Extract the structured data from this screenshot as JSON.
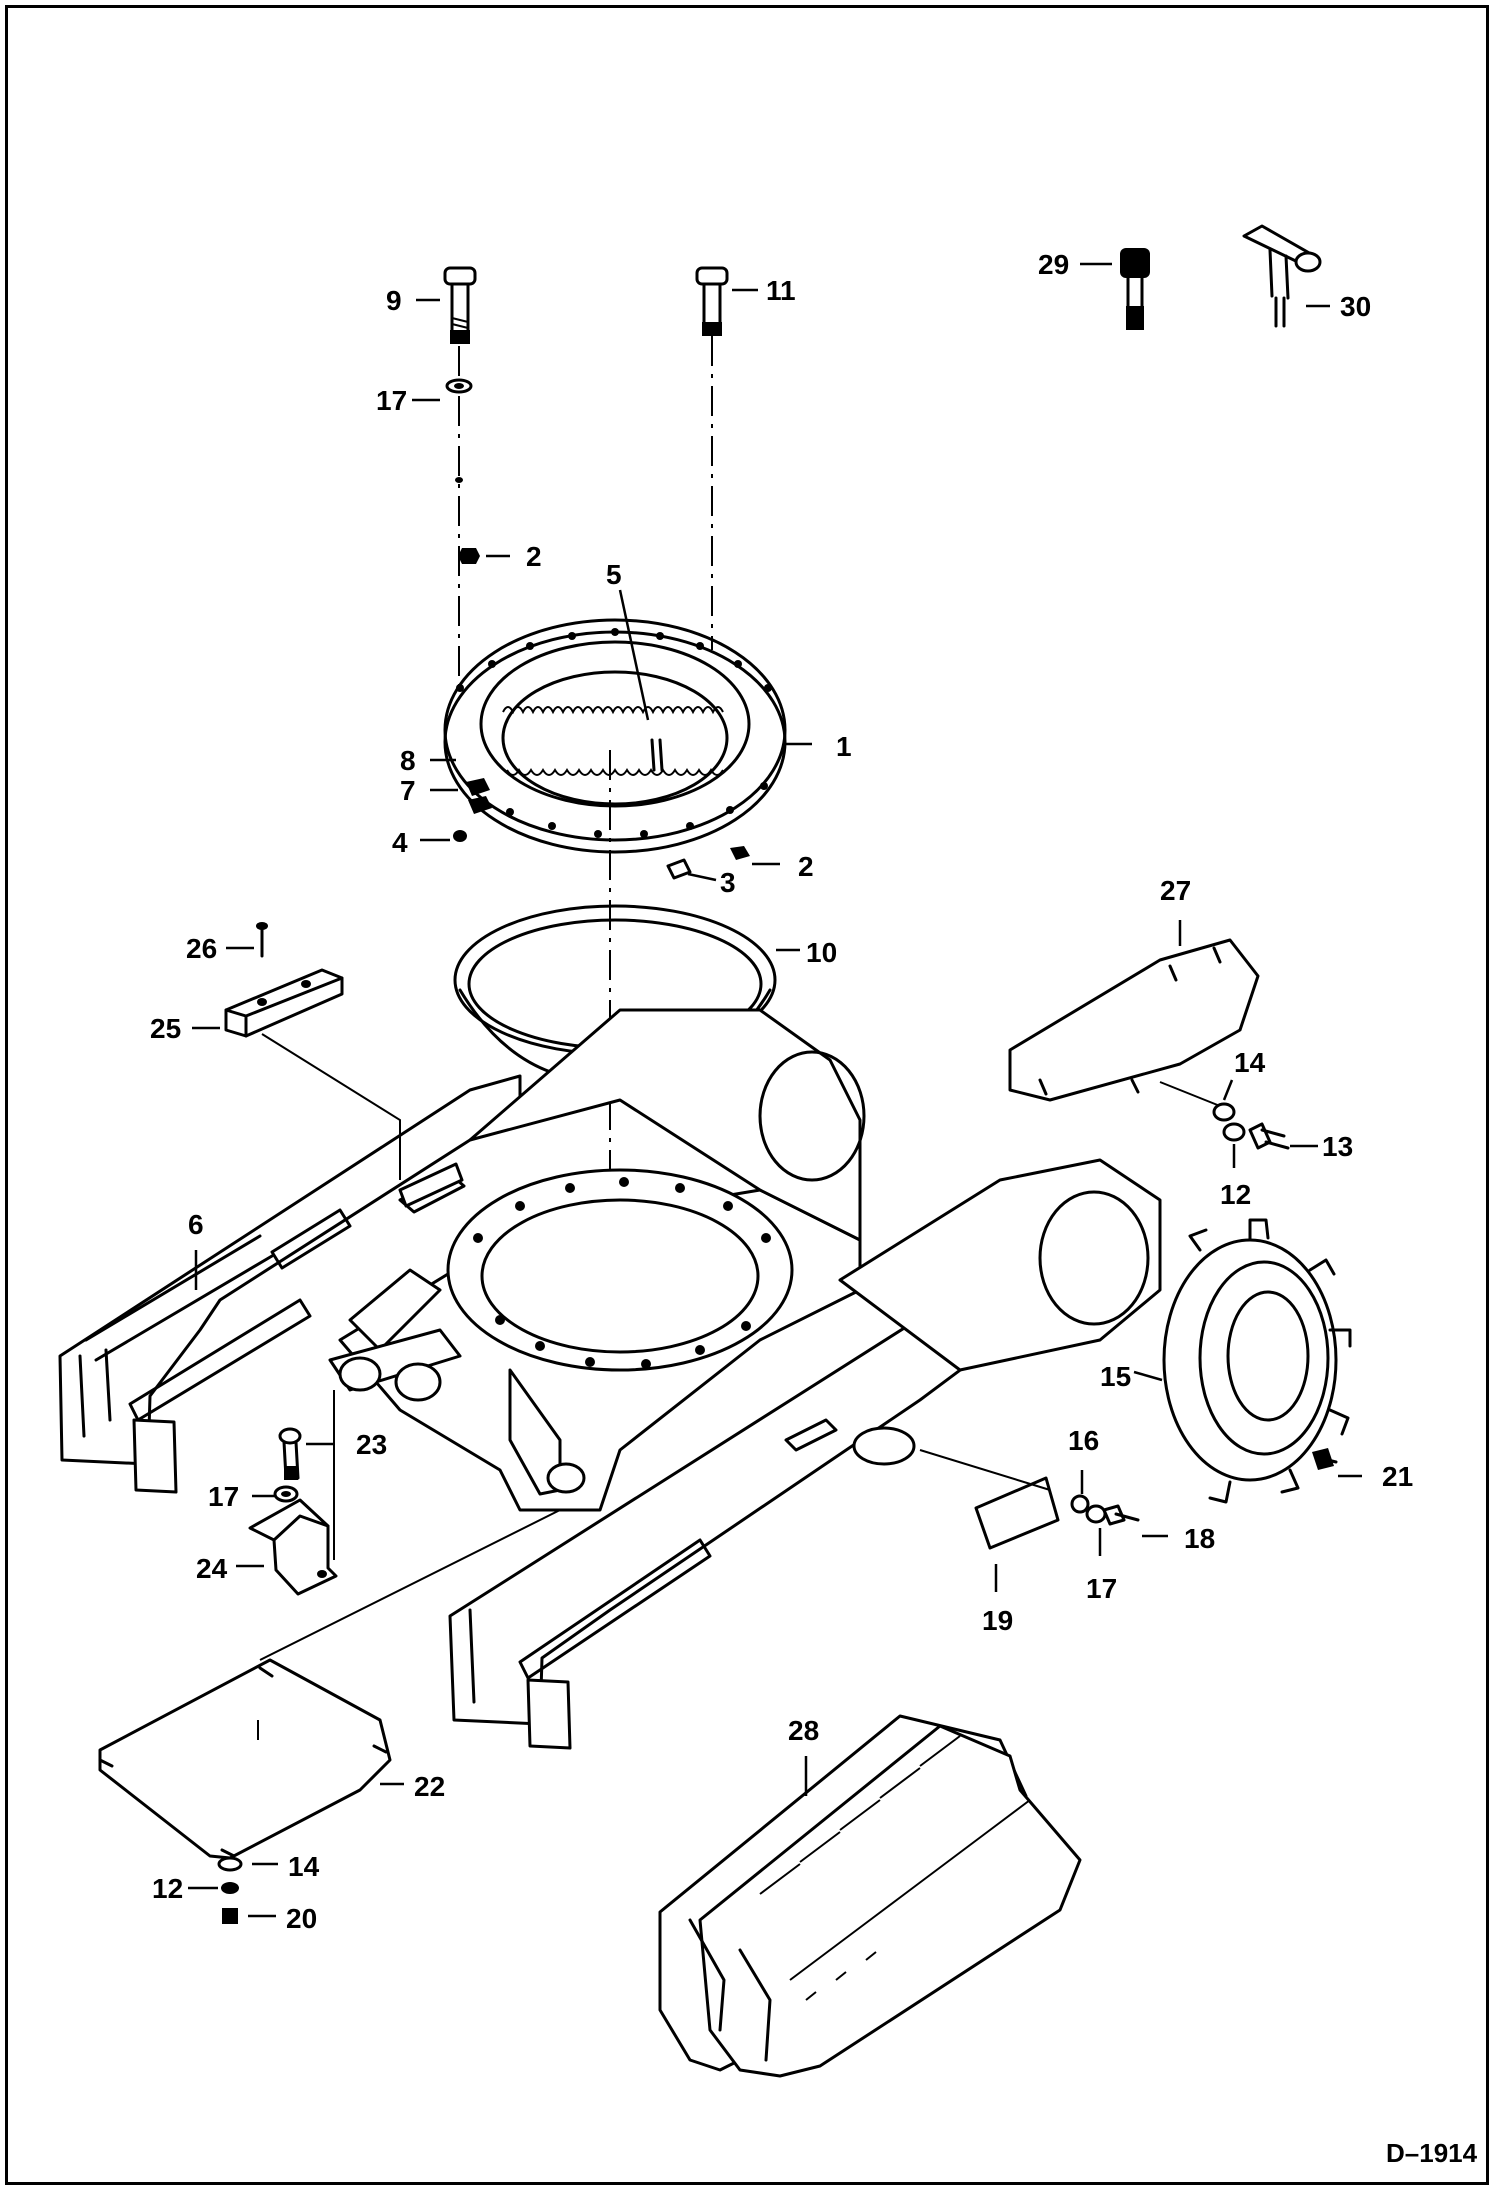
{
  "figure_ref": "D–1914",
  "callouts": [
    {
      "id": "c1",
      "label": "1"
    },
    {
      "id": "c2a",
      "label": "2"
    },
    {
      "id": "c2b",
      "label": "2"
    },
    {
      "id": "c3",
      "label": "3"
    },
    {
      "id": "c4",
      "label": "4"
    },
    {
      "id": "c5",
      "label": "5"
    },
    {
      "id": "c6",
      "label": "6"
    },
    {
      "id": "c7",
      "label": "7"
    },
    {
      "id": "c8",
      "label": "8"
    },
    {
      "id": "c9",
      "label": "9"
    },
    {
      "id": "c10",
      "label": "10"
    },
    {
      "id": "c11",
      "label": "11"
    },
    {
      "id": "c12a",
      "label": "12"
    },
    {
      "id": "c12b",
      "label": "12"
    },
    {
      "id": "c13",
      "label": "13"
    },
    {
      "id": "c14a",
      "label": "14"
    },
    {
      "id": "c14b",
      "label": "14"
    },
    {
      "id": "c15",
      "label": "15"
    },
    {
      "id": "c16",
      "label": "16"
    },
    {
      "id": "c17a",
      "label": "17"
    },
    {
      "id": "c17b",
      "label": "17"
    },
    {
      "id": "c17c",
      "label": "17"
    },
    {
      "id": "c18",
      "label": "18"
    },
    {
      "id": "c19",
      "label": "19"
    },
    {
      "id": "c20",
      "label": "20"
    },
    {
      "id": "c21",
      "label": "21"
    },
    {
      "id": "c22",
      "label": "22"
    },
    {
      "id": "c23",
      "label": "23"
    },
    {
      "id": "c24",
      "label": "24"
    },
    {
      "id": "c25",
      "label": "25"
    },
    {
      "id": "c26",
      "label": "26"
    },
    {
      "id": "c27",
      "label": "27"
    },
    {
      "id": "c28",
      "label": "28"
    },
    {
      "id": "c29",
      "label": "29"
    },
    {
      "id": "c30",
      "label": "30"
    }
  ]
}
